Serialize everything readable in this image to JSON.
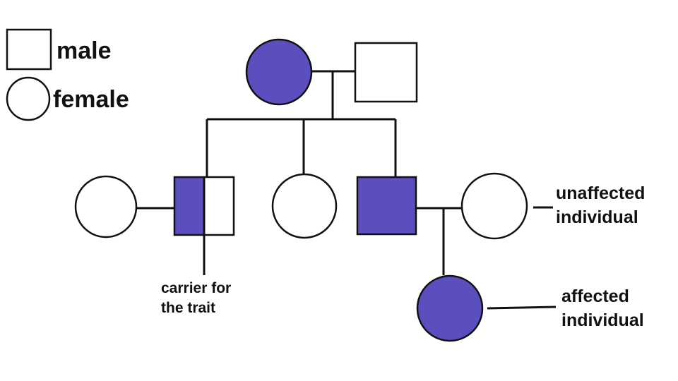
{
  "legend": {
    "male_label": "male",
    "female_label": "female"
  },
  "annotations": {
    "carrier_line1": "carrier for",
    "carrier_line2": "the trait",
    "unaffected_line1": "unaffected",
    "unaffected_line2": "individual",
    "affected_line1": "affected",
    "affected_line2": "individual"
  },
  "colors": {
    "affected": "#5b4fbf",
    "unaffected": "#ffffff",
    "stroke": "#111111"
  },
  "individuals": {
    "grandmother": {
      "sex": "female",
      "status": "affected"
    },
    "grandfather": {
      "sex": "male",
      "status": "unaffected"
    },
    "spouse_left": {
      "sex": "female",
      "status": "unaffected"
    },
    "carrier_son": {
      "sex": "male",
      "status": "carrier"
    },
    "daughter": {
      "sex": "female",
      "status": "unaffected"
    },
    "affected_son": {
      "sex": "male",
      "status": "affected"
    },
    "spouse_right": {
      "sex": "female",
      "status": "unaffected"
    },
    "granddaughter": {
      "sex": "female",
      "status": "affected"
    }
  }
}
